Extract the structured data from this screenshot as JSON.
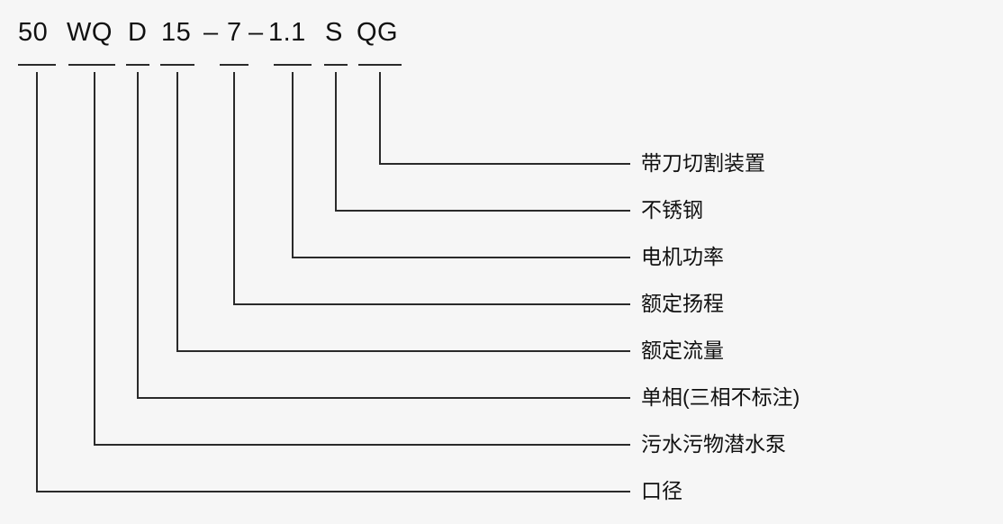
{
  "model_code": {
    "segments": [
      "50",
      "WQ",
      "D",
      "15",
      "–",
      "7",
      "–",
      "1.1",
      "S",
      "QG"
    ]
  },
  "items": [
    {
      "code": "QG",
      "label": "带刀切割装置"
    },
    {
      "code": "S",
      "label": "不锈钢"
    },
    {
      "code": "1.1",
      "label": "电机功率"
    },
    {
      "code": "7",
      "label": "额定扬程"
    },
    {
      "code": "15",
      "label": "额定流量"
    },
    {
      "code": "D",
      "label": "单相(三相不标注)"
    },
    {
      "code": "WQ",
      "label": "污水污物潜水泵"
    },
    {
      "code": "50",
      "label": "口径"
    }
  ]
}
